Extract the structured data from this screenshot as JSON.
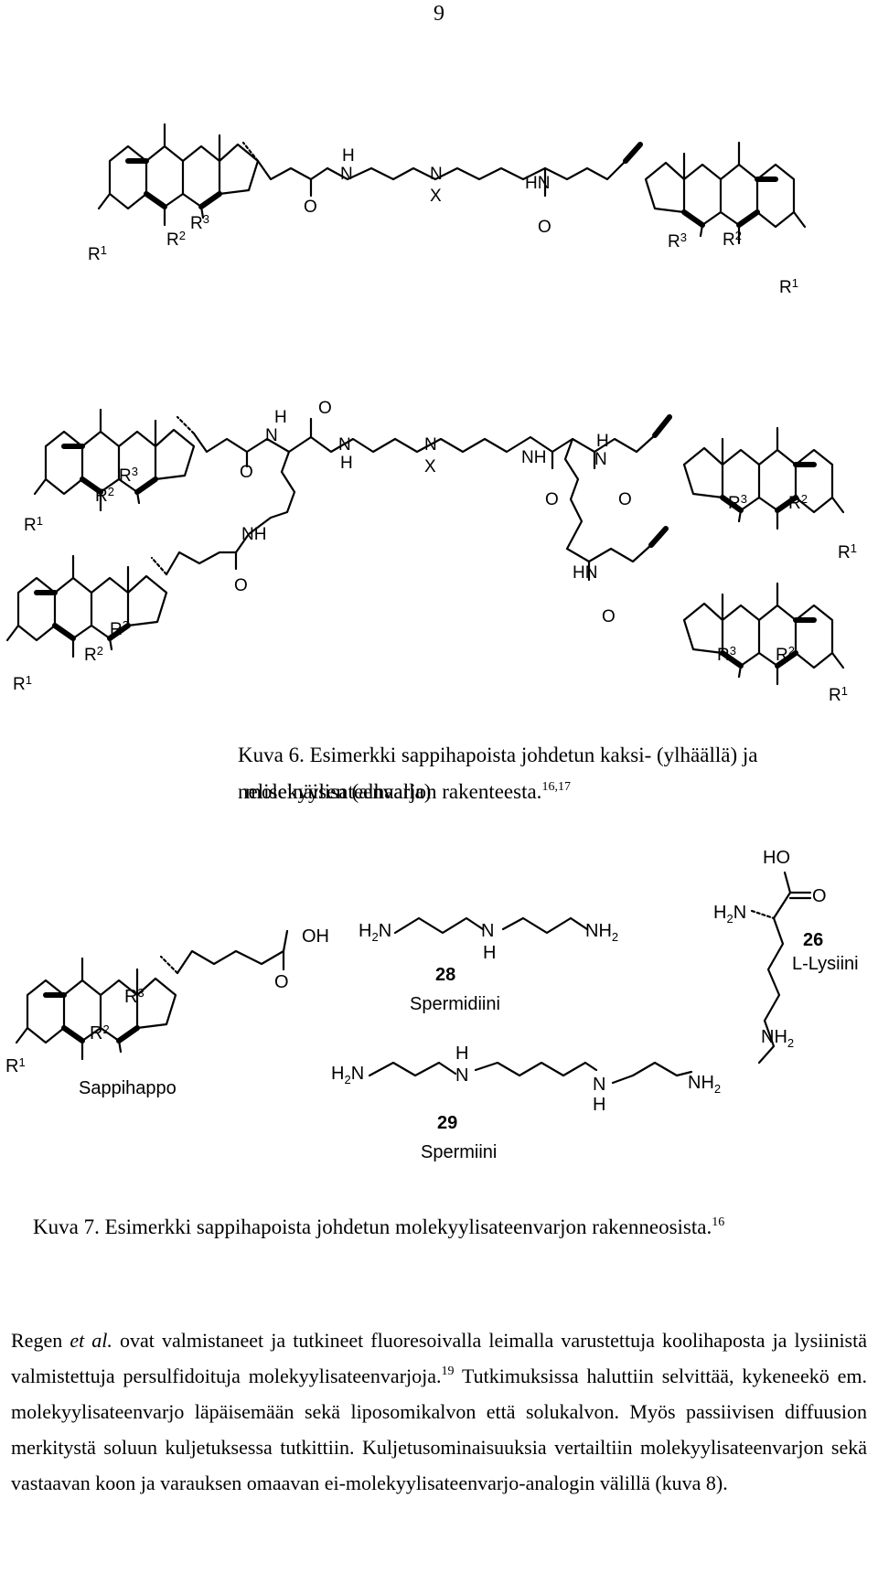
{
  "page_number": "9",
  "figure6": {
    "labels": {
      "r1": "R",
      "r2": "R",
      "r3": "R",
      "n1": "1",
      "n2": "2",
      "n3": "3",
      "o": "O",
      "h": "H",
      "n": "N",
      "x": "X",
      "hn": "HN",
      "nh": "NH"
    },
    "caption": {
      "label": "Kuva 6.",
      "text": "Esimerkki sappihapoista johdetun kaksi- (ylhäällä) ja neliseinäisen (alhaalla)",
      "line2": "molekyylisateenvarjon rakenteesta.",
      "refs": "16,17"
    }
  },
  "figure7": {
    "labels": {
      "oh": "OH",
      "ho": "HO",
      "o": "O",
      "r": "R",
      "n1": "1",
      "n2": "2",
      "n3": "3",
      "h": "H",
      "n": "N",
      "sub2": "2",
      "sappihappo": "Sappihappo",
      "n28": "28",
      "spermidiini": "Spermidiini",
      "n29": "29",
      "spermiini": "Spermiini",
      "n26": "26",
      "lysiini": "L-Lysiini"
    },
    "caption": {
      "label": "Kuva 7.",
      "text": "Esimerkki sappihapoista johdetun molekyylisateenvarjon rakenneosista.",
      "refs": "16"
    }
  },
  "body": {
    "p1a": "Regen ",
    "p1b": "et al.",
    "p1c": " ovat valmistaneet ja tutkineet fluoresoivalla leimalla varustettuja koolihaposta ja lysiinistä valmistettuja persulfidoituja molekyylisateenvarjoja.",
    "p1ref": "19",
    "p1d": " Tutkimuksissa haluttiin selvittää, kykeneekö em. molekyylisateenvarjo läpäisemään sekä liposomikalvon että solukalvon. Myös passiivisen diffuusion merkitystä soluun kuljetuksessa tutkittiin. Kuljetusominaisuuksia vertailtiin molekyylisateenvarjon sekä vastaavan koon ja varauksen omaavan ei-molekyylisateenvarjo-analogin välillä (kuva 8)."
  }
}
